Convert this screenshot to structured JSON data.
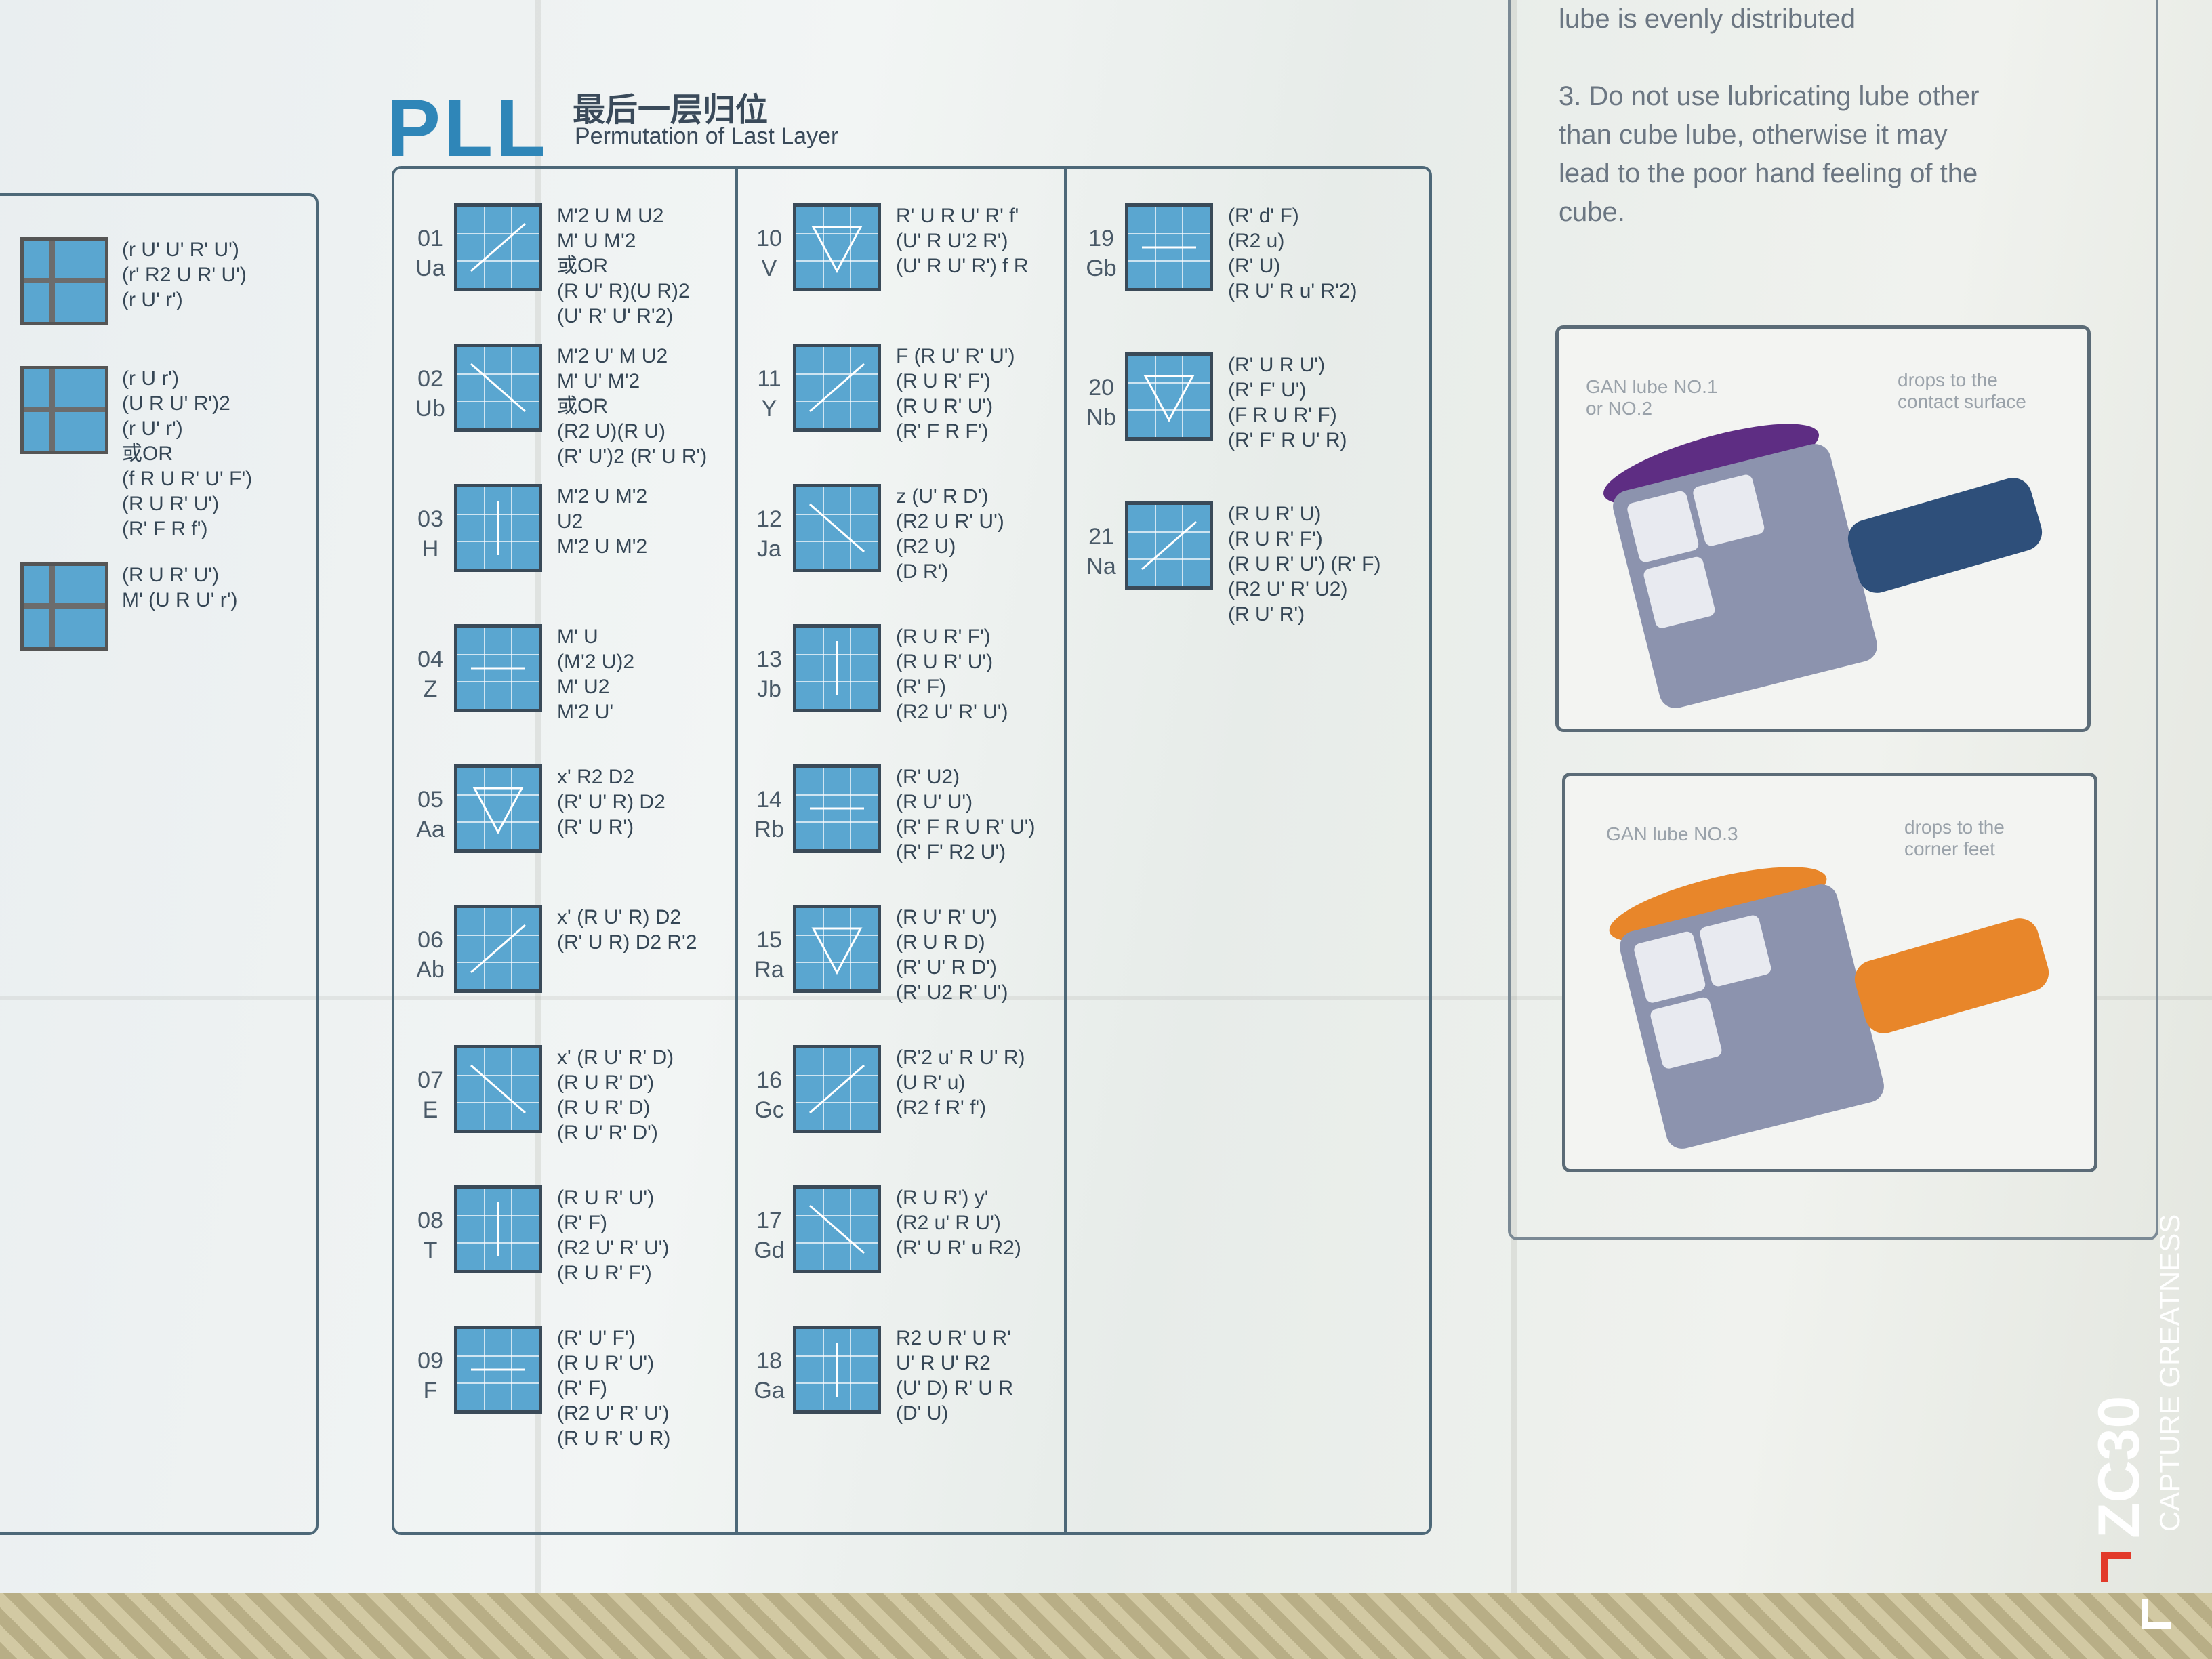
{
  "header": {
    "title": "PLL",
    "subtitle_zh": "最后一层归位",
    "subtitle_en": "Permutation of Last Layer"
  },
  "oll_cases": [
    {
      "lines": [
        "(r U' U' R' U')",
        "(r' R2 U R' U')",
        "(r U' r')"
      ]
    },
    {
      "lines": [
        "(r U r')",
        "(U R U' R')2",
        "(r U' r')",
        "或OR",
        "(f R U R' U' F')",
        "(R U R' U')",
        "(R' F R f')"
      ]
    },
    {
      "lines": [
        "(R U R' U')",
        "M' (U R U' r')"
      ]
    }
  ],
  "pll_cases": [
    {
      "num": "01",
      "name": "Ua",
      "lines": [
        "M'2 U M U2",
        "M' U M'2",
        "或OR",
        "(R U' R)(U R)2",
        "(U' R' U' R'2)"
      ]
    },
    {
      "num": "02",
      "name": "Ub",
      "lines": [
        "M'2 U' M U2",
        "M' U' M'2",
        "或OR",
        "(R2 U)(R U)",
        "(R' U')2 (R' U R')"
      ]
    },
    {
      "num": "03",
      "name": "H",
      "lines": [
        "M'2 U M'2",
        "U2",
        "M'2 U M'2"
      ]
    },
    {
      "num": "04",
      "name": "Z",
      "lines": [
        "M' U",
        "(M'2 U)2",
        "M' U2",
        "M'2 U'"
      ]
    },
    {
      "num": "05",
      "name": "Aa",
      "lines": [
        "x' R2 D2",
        "(R' U' R) D2",
        "(R' U R')"
      ]
    },
    {
      "num": "06",
      "name": "Ab",
      "lines": [
        "x' (R U' R) D2",
        "(R' U R) D2 R'2"
      ]
    },
    {
      "num": "07",
      "name": "E",
      "lines": [
        "x' (R U' R' D)",
        "(R U R' D')",
        "(R U R' D)",
        "(R U' R' D')"
      ]
    },
    {
      "num": "08",
      "name": "T",
      "lines": [
        "(R U R' U')",
        "(R' F)",
        "(R2 U' R' U')",
        "(R U R' F')"
      ]
    },
    {
      "num": "09",
      "name": "F",
      "lines": [
        "(R' U' F')",
        "(R U R' U')",
        "(R' F)",
        "(R2 U' R' U')",
        "(R U R' U R)"
      ]
    },
    {
      "num": "10",
      "name": "V",
      "lines": [
        "R' U R U' R' f'",
        "(U' R U'2 R')",
        "(U' R U' R') f R"
      ]
    },
    {
      "num": "11",
      "name": "Y",
      "lines": [
        "F (R U' R' U')",
        "(R U R' F')",
        "(R U R' U')",
        "(R' F R F')"
      ]
    },
    {
      "num": "12",
      "name": "Ja",
      "lines": [
        "z (U' R D')",
        "(R2 U R' U')",
        "(R2 U)",
        "(D R')"
      ]
    },
    {
      "num": "13",
      "name": "Jb",
      "lines": [
        "(R U R' F')",
        "(R U R' U')",
        "(R' F)",
        "(R2 U' R' U')"
      ]
    },
    {
      "num": "14",
      "name": "Rb",
      "lines": [
        "(R' U2)",
        "(R U' U')",
        "(R' F R U R' U')",
        "(R' F' R2 U')"
      ]
    },
    {
      "num": "15",
      "name": "Ra",
      "lines": [
        "(R U' R' U')",
        "(R U R D)",
        "(R' U' R D')",
        "(R' U2 R' U')"
      ]
    },
    {
      "num": "16",
      "name": "Gc",
      "lines": [
        "(R'2 u' R U' R)",
        "(U R' u)",
        "(R2 f R' f')"
      ]
    },
    {
      "num": "17",
      "name": "Gd",
      "lines": [
        "(R U R') y'",
        "(R2 u' R U')",
        "(R' U R' u R2)"
      ]
    },
    {
      "num": "18",
      "name": "Ga",
      "lines": [
        "R2 U R' U R'",
        "U' R U' R2",
        "(U' D) R' U R",
        "(D' U)"
      ]
    },
    {
      "num": "19",
      "name": "Gb",
      "lines": [
        "(R' d' F)",
        "(R2 u)",
        "(R' U)",
        "(R U' R u' R'2)"
      ]
    },
    {
      "num": "20",
      "name": "Nb",
      "lines": [
        "(R' U R U')",
        "(R' F' U')",
        "(F R U R' F)",
        "(R' F' R U' R)"
      ]
    },
    {
      "num": "21",
      "name": "Na",
      "lines": [
        "(R U R' U)",
        "(R U R' F')",
        "(R U R' U') (R' F)",
        "(R2 U' R' U2)",
        "(R U' R')"
      ]
    }
  ],
  "right_panel": {
    "text_lines": [
      "lube is evenly distributed",
      "",
      "3. Do not use lubricating lube other",
      "than cube lube, otherwise it may",
      "lead to the poor hand feeling of the",
      "cube."
    ],
    "card1": {
      "label": "GAN lube NO.1\nor NO.2",
      "note": "drops to the\ncontact surface",
      "color": "#5e2d83"
    },
    "card2": {
      "label": "GAN lube NO.3",
      "note": "drops to the\ncorner feet",
      "color": "#e8862a"
    }
  },
  "watermark": {
    "brand": "ZC30",
    "tagline": "CAPTURE GREATNESS"
  }
}
